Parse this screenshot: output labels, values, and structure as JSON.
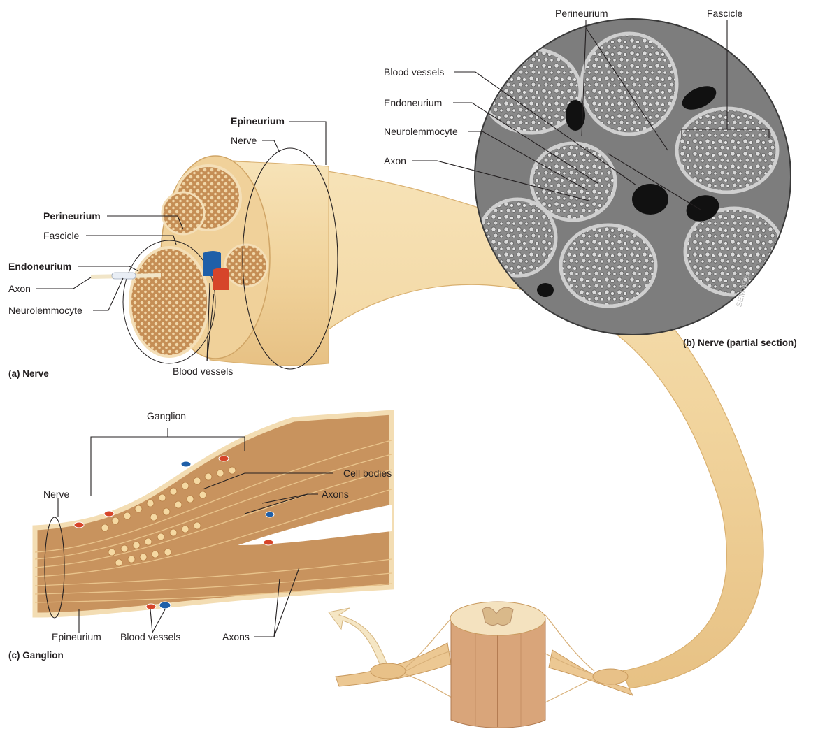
{
  "panels": {
    "a": "(a) Nerve",
    "b": "(b) Nerve (partial section)",
    "c": "(c) Ganglion"
  },
  "labels_a": {
    "epineurium": "Epineurium",
    "nerve": "Nerve",
    "perineurium": "Perineurium",
    "fascicle": "Fascicle",
    "endoneurium": "Endoneurium",
    "axon": "Axon",
    "neurolemmocyte": "Neurolemmocyte",
    "blood_vessels": "Blood vessels"
  },
  "labels_b": {
    "perineurium": "Perineurium",
    "fascicle": "Fascicle",
    "blood_vessels": "Blood vessels",
    "endoneurium": "Endoneurium",
    "neurolemmocyte": "Neurolemmocyte",
    "axon": "Axon",
    "sem": "SEM 450x"
  },
  "labels_c": {
    "ganglion": "Ganglion",
    "cell_bodies": "Cell bodies",
    "nerve": "Nerve",
    "axons_upper": "Axons",
    "epineurium": "Epineurium",
    "blood_vessels": "Blood vessels",
    "axons_lower": "Axons"
  },
  "colors": {
    "nerve_fill": "#f3d9a6",
    "nerve_edge": "#e2bc7d",
    "fascicle_fill": "#c99058",
    "sem_bg": "#8d8d8d",
    "artery": "#d6452a",
    "vein": "#1f5fa8"
  }
}
